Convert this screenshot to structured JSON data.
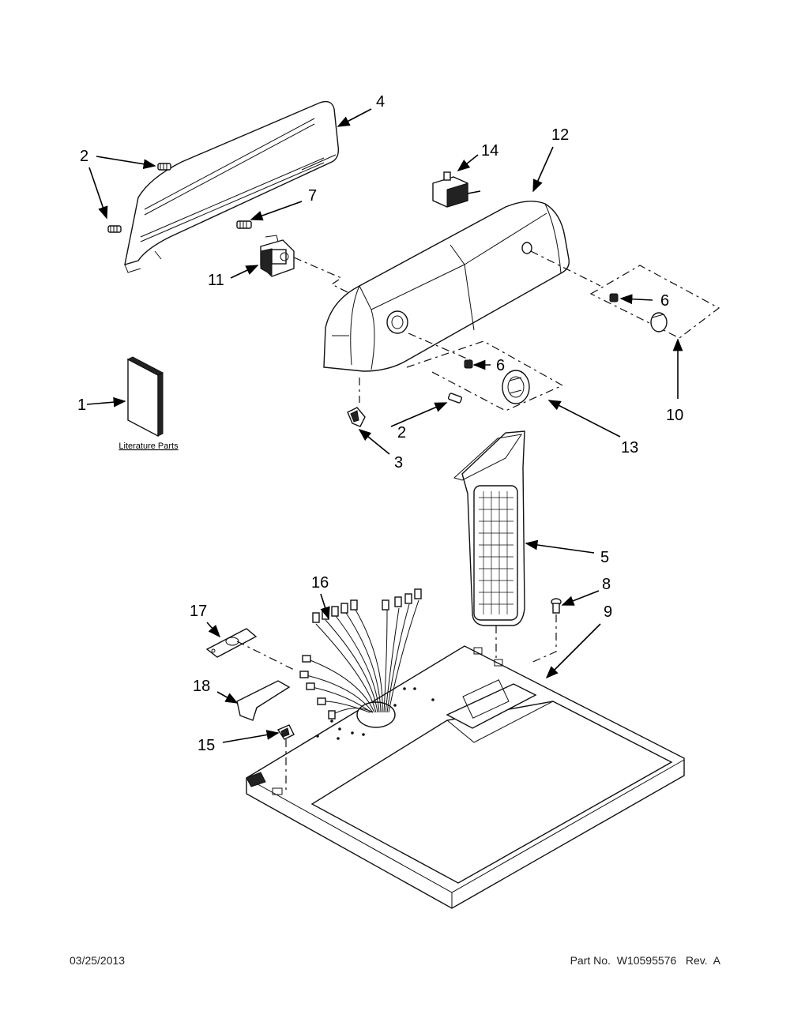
{
  "callouts": [
    "1",
    "2",
    "2",
    "2",
    "3",
    "4",
    "5",
    "6",
    "6",
    "7",
    "8",
    "9",
    "10",
    "11",
    "12",
    "13",
    "14",
    "15",
    "16",
    "17",
    "18"
  ],
  "literature_label": "Literature Parts",
  "footer": {
    "date": "03/25/2013",
    "part_number": "Part No.  W10595576   Rev.  A"
  }
}
